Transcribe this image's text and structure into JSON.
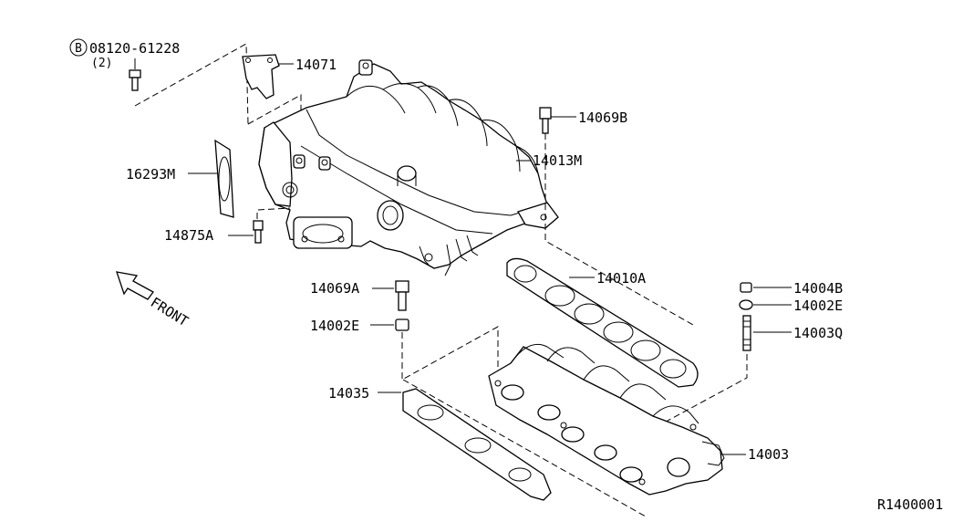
{
  "bolt_spec": {
    "circle_letter": "B",
    "part_number": "08120-61228",
    "quantity": "(2)"
  },
  "labels": {
    "p14071": "14071",
    "p14069B": "14069B",
    "p14013M": "14013M",
    "p16293M": "16293M",
    "p14875A": "14875A",
    "p14010A": "14010A",
    "p14069A": "14069A",
    "p14002E_left": "14002E",
    "p14004B": "14004B",
    "p14002E_right": "14002E",
    "p14003Q": "14003Q",
    "p14035": "14035",
    "p14003": "14003"
  },
  "front_label": "FRONT",
  "diagram_code": "R1400001"
}
